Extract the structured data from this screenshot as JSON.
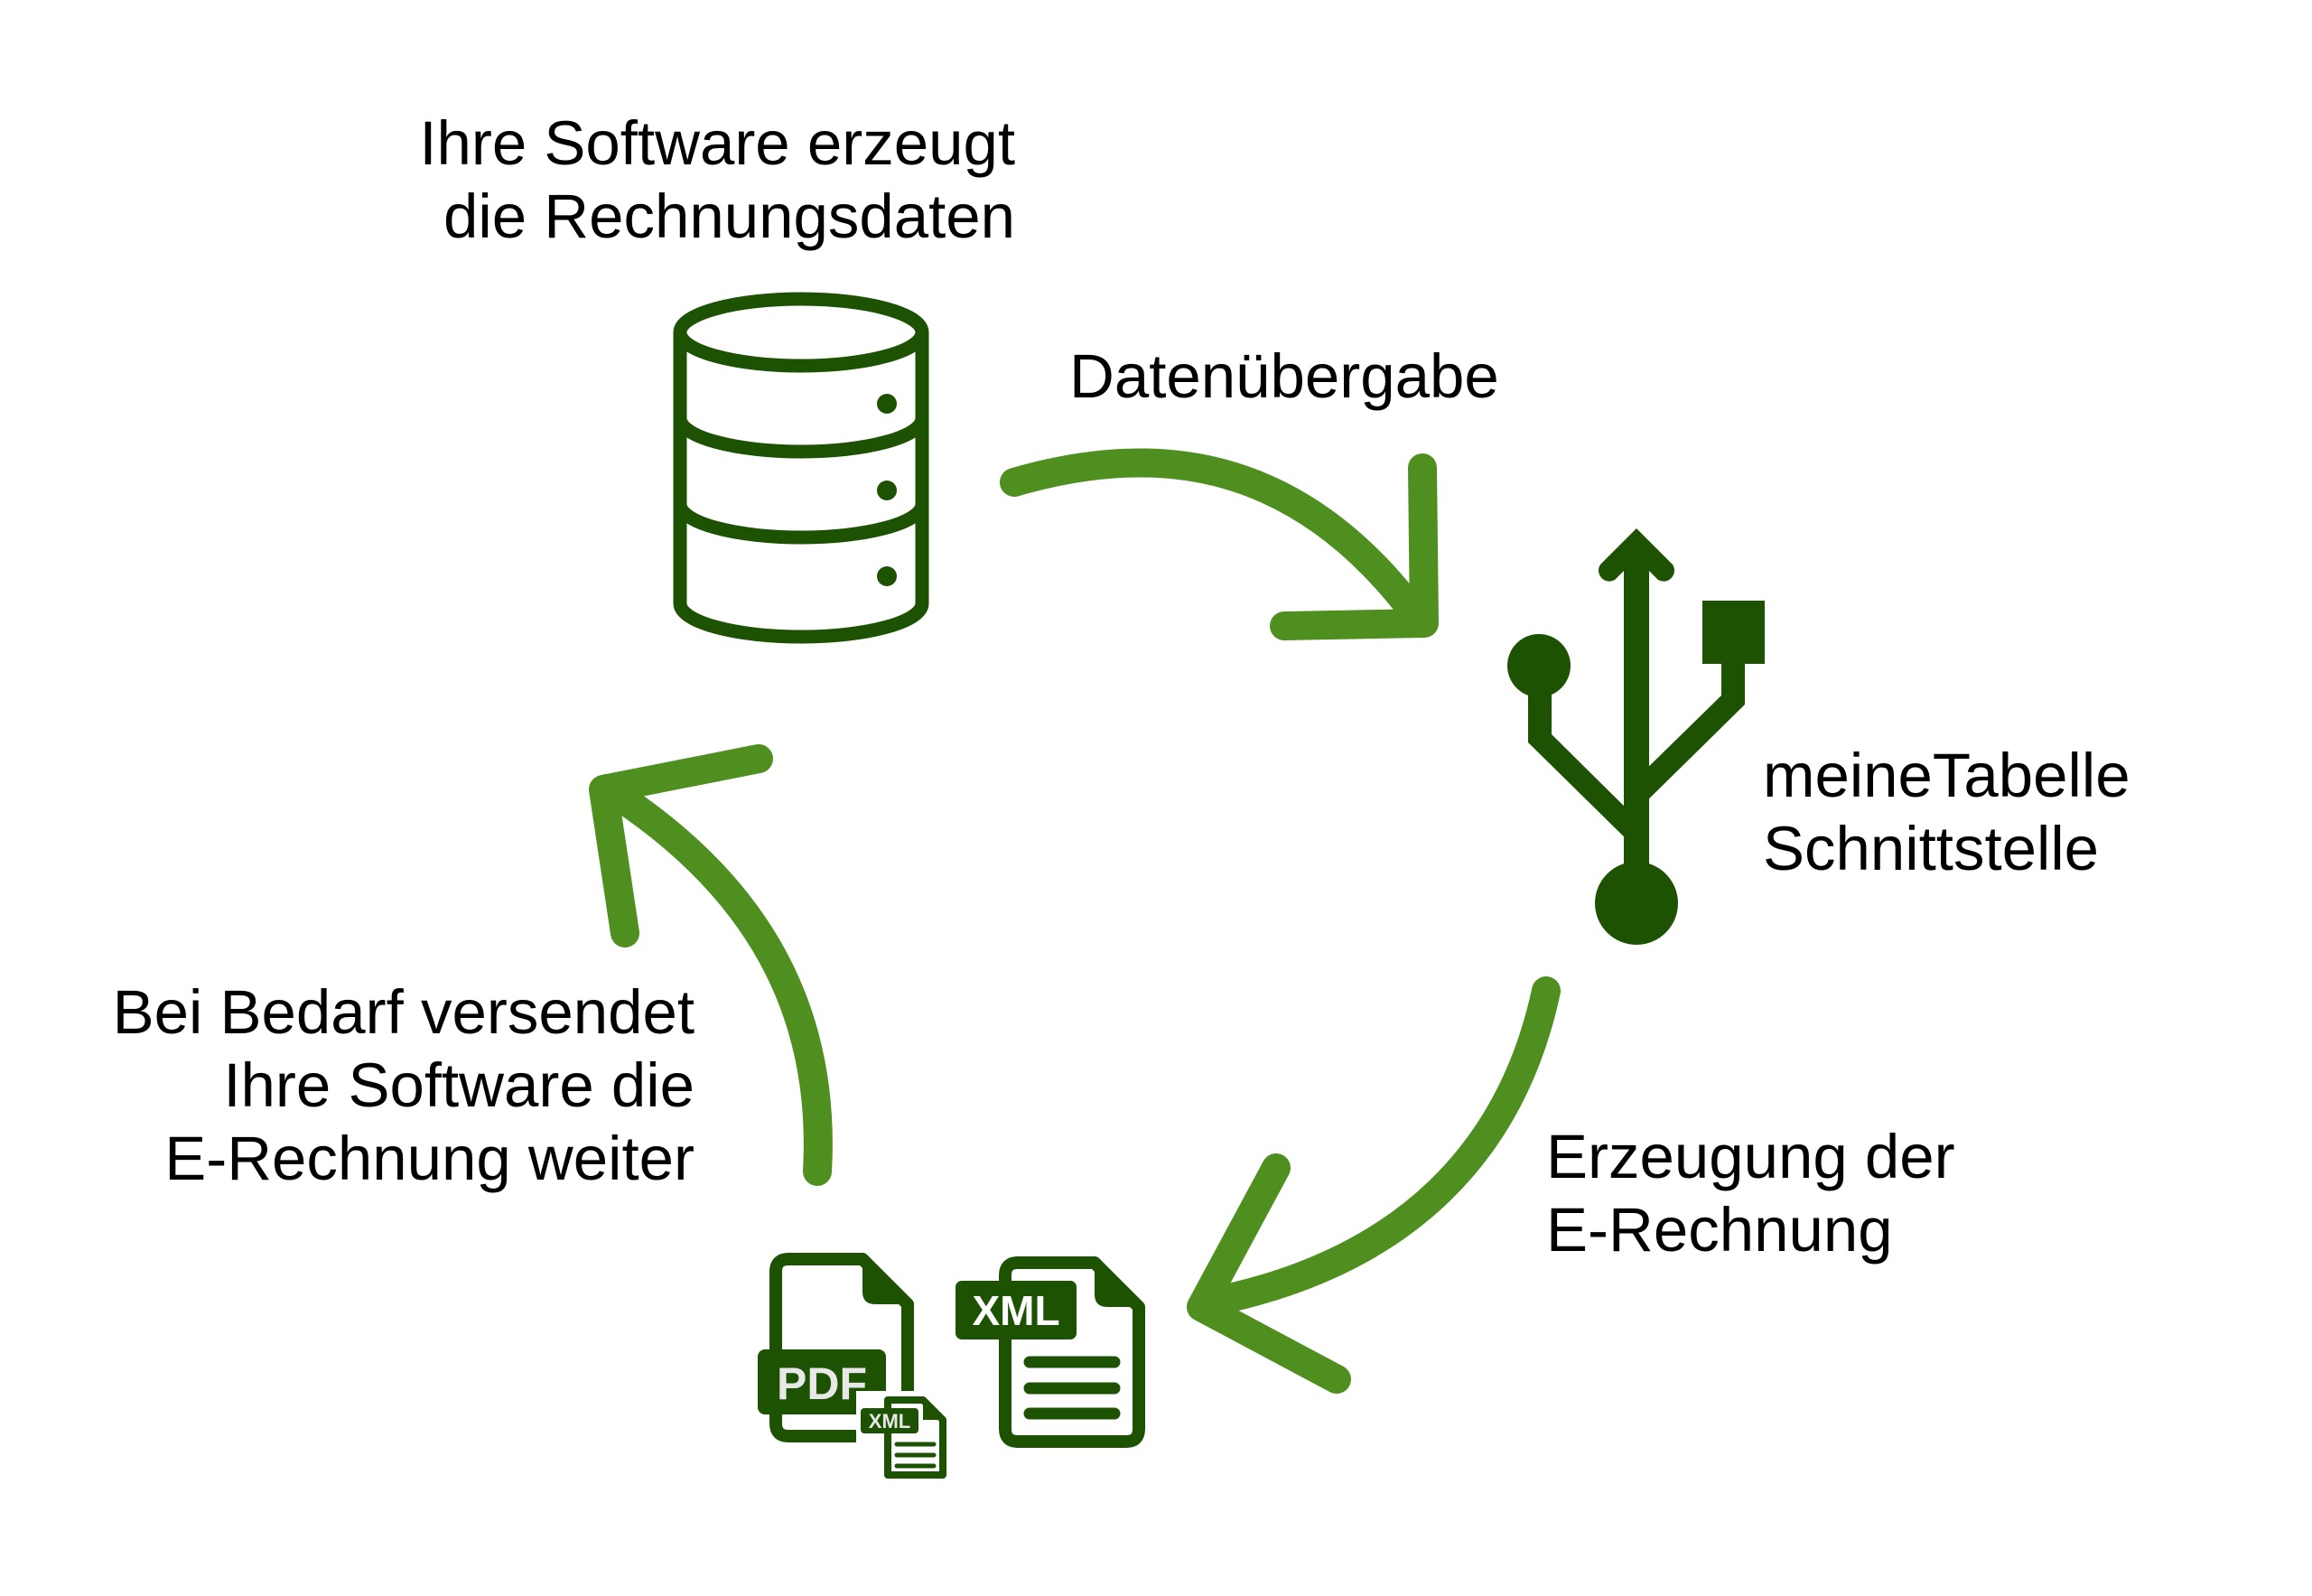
{
  "diagram": {
    "type": "cyclic-process-flow",
    "colors": {
      "icon": "#1e5203",
      "arrow": "#4e8f1f",
      "text": "#000000",
      "background": "#ffffff"
    },
    "nodes": [
      {
        "id": "source",
        "icon": "database-icon",
        "label_lines": [
          "Ihre Software erzeugt",
          "die Rechnungsdaten"
        ]
      },
      {
        "id": "interface",
        "icon": "usb-icon",
        "label_lines": [
          "meineTabelle",
          "Schnittstelle"
        ]
      },
      {
        "id": "output",
        "icon": "pdf-xml-document-icons",
        "doc_labels": {
          "pdf": "PDF",
          "pdf_attachment": "XML",
          "xml": "XML"
        }
      }
    ],
    "edges": [
      {
        "from": "source",
        "to": "interface",
        "label_lines": [
          "Datenübergabe"
        ]
      },
      {
        "from": "interface",
        "to": "output",
        "label_lines": [
          "Erzeugung der",
          "E-Rechnung"
        ]
      },
      {
        "from": "output",
        "to": "source",
        "label_lines": [
          "Bei Bedarf versendet",
          "Ihre Software die",
          "E-Rechnung weiter"
        ]
      }
    ]
  }
}
